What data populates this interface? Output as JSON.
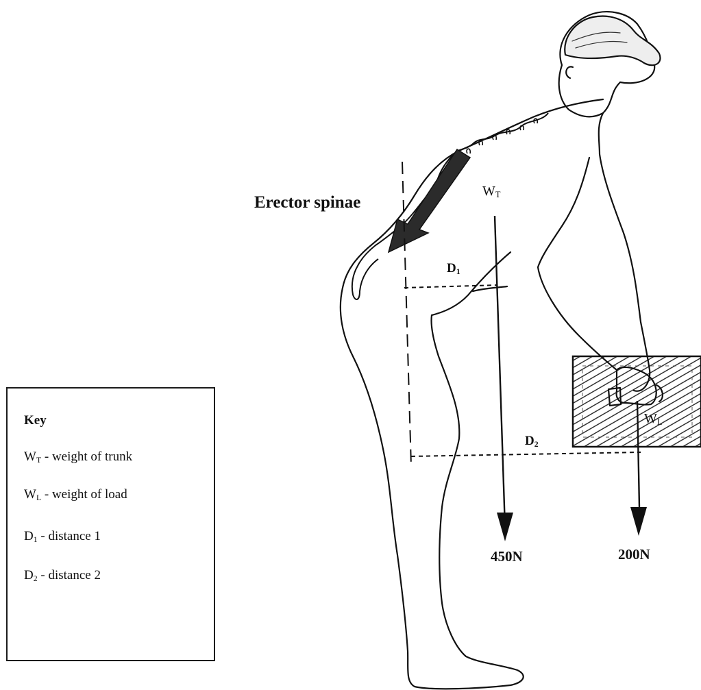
{
  "labels": {
    "muscle": "Erector spinae",
    "trunk_weight": {
      "main": "W",
      "sub": "T"
    },
    "load_weight": {
      "main": "W",
      "sub": "L"
    },
    "distance1": {
      "main": "D",
      "sub": "1"
    },
    "distance2": {
      "main": "D",
      "sub": "2"
    },
    "trunk_force": "450N",
    "load_force": "200N"
  },
  "key": {
    "title": "Key",
    "items": [
      {
        "symbol": "W",
        "sub": "T",
        "text": " - weight of trunk"
      },
      {
        "symbol": "W",
        "sub": "L",
        "text": " - weight of load"
      },
      {
        "symbol": "D",
        "sub": "1",
        "text": " - distance 1"
      },
      {
        "symbol": "D",
        "sub": "2",
        "text": " - distance 2"
      }
    ]
  },
  "colors": {
    "ink": "#111111",
    "muscle_fill": "#2b2b2b",
    "box_hatch": "#333333"
  }
}
